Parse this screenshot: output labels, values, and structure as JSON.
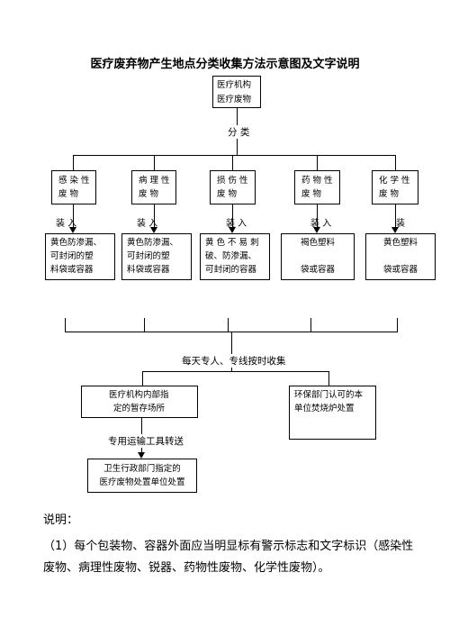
{
  "title": "医疗废弃物产生地点分类收集方法示意图及文字说明",
  "source": {
    "line1": "医疗机构",
    "line2": "医疗废物"
  },
  "classify_label": "分    类",
  "categories": [
    {
      "line1": "感 染 性",
      "line2": "废     物"
    },
    {
      "line1": "病 理 性",
      "line2": "废     物"
    },
    {
      "line1": "损 伤 性",
      "line2": "废     物"
    },
    {
      "line1": "药 物 性",
      "line2": "废     物"
    },
    {
      "line1": "化 学 性",
      "line2": "废     物"
    }
  ],
  "load_labels": [
    "装     入",
    "装     入",
    "装     入",
    "装     入",
    "装"
  ],
  "containers": [
    {
      "line1": "黄色防渗漏、",
      "line2": "可封闭的塑",
      "line3": "料袋或容器"
    },
    {
      "line1": "黄色防渗漏、",
      "line2": "可封闭的塑",
      "line3": "料袋或容器"
    },
    {
      "line1": "黄 色 不 易 刺",
      "line2": "破、防渗漏、",
      "line3": "可封闭的容器"
    },
    {
      "line1": "褐色塑料",
      "line2": "",
      "line3": "袋或容器"
    },
    {
      "line1": "黄色塑料",
      "line2": "",
      "line3": "袋或容器"
    }
  ],
  "collect_label": "每天专人、专线按时收集",
  "temp_storage": {
    "line1": "医疗机构内部指",
    "line2": "定的暂存场所"
  },
  "env_incinerator": {
    "line1": "环保部门认可的本",
    "line2": "单位焚烧炉处置"
  },
  "transport_label": "专用运输工具转送",
  "disposal": {
    "line1": "卫生行政部门指定的",
    "line2": "医疗废物处置单位处置"
  },
  "notes": {
    "heading": "说明：",
    "item1": "（1）每个包装物、容器外面应当明显标有警示标志和文字标识（感染性废物、病理性废物、锐器、药物性废物、化学性废物）。"
  }
}
